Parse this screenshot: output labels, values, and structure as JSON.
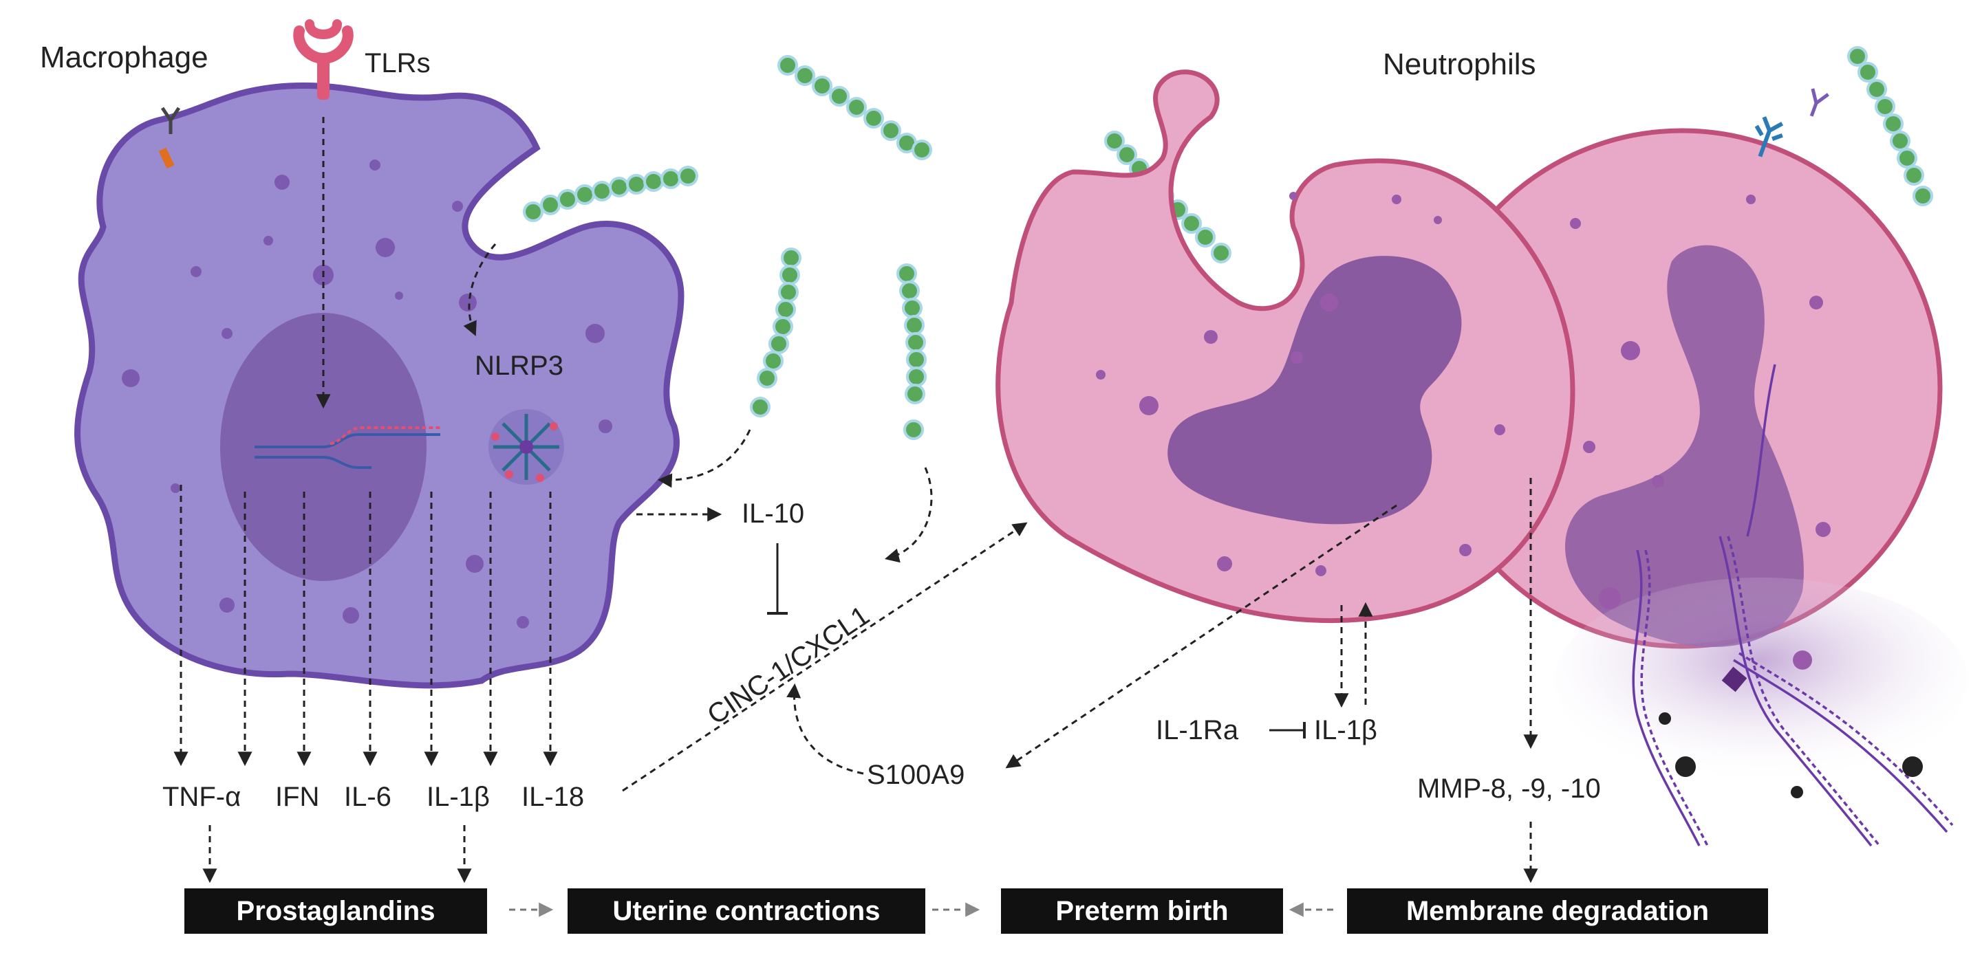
{
  "colors": {
    "macrophage_fill": "#9a8ad0",
    "macrophage_border": "#6a4aa8",
    "neutrophil_fill": "#e8a8c8",
    "neutrophil_border": "#c0507a",
    "nucleus": "#8a5aa0",
    "bacteria": "#5aa85a",
    "outcome_box": "#111111"
  },
  "cells": {
    "macrophage": "Macrophage",
    "tlrs": "TLRs",
    "nlrp3": "NLRP3",
    "neutrophils": "Neutrophils"
  },
  "mediators": {
    "tnf": "TNF-α",
    "ifn": "IFN",
    "il6": "IL-6",
    "il1b": "IL-1β",
    "il18": "IL-18",
    "il10": "IL-10",
    "cinc": "CINC-1/CXCL1",
    "s100a9": "S100A9",
    "il1ra": "IL-1Ra",
    "il1b_neutro": "IL-1β",
    "mmp": "MMP-8, -9, -10"
  },
  "outcomes": {
    "prostaglandins": "Prostaglandins",
    "uterine": "Uterine contractions",
    "preterm": "Preterm birth",
    "membrane": "Membrane degradation"
  }
}
